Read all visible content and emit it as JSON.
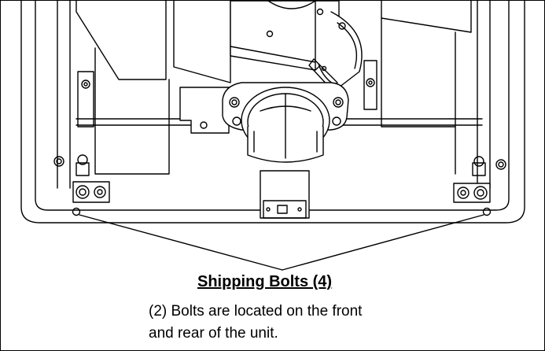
{
  "caption": {
    "title": "Shipping Bolts (4)",
    "line1": "(2) Bolts are located on the front",
    "line2": "and rear of the unit."
  },
  "colors": {
    "stroke": "#000000",
    "background": "#ffffff",
    "shade": "#f2f2f2"
  },
  "callout": {
    "count": 4
  }
}
